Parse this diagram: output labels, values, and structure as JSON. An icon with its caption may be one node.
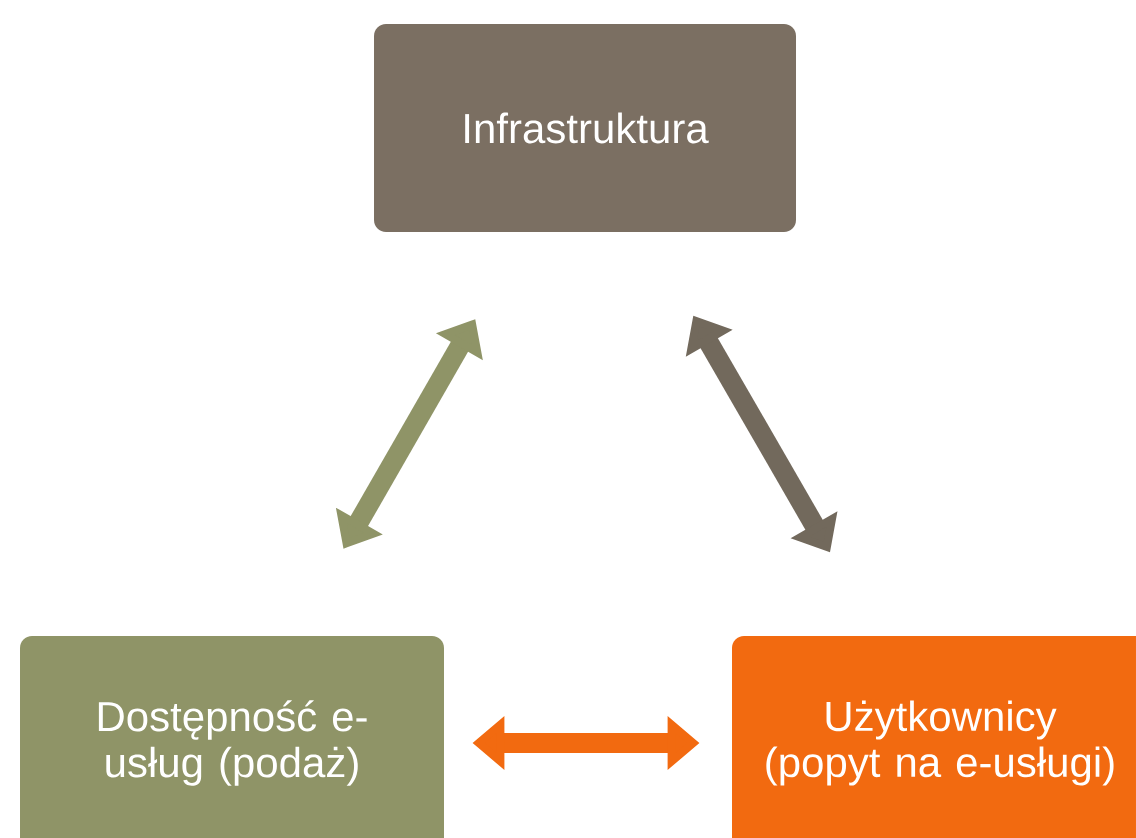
{
  "diagram": {
    "nodes": [
      {
        "text": [
          "Infrastruktura"
        ]
      },
      {
        "text": [
          "Dostępność e-usług (podaż)"
        ]
      },
      {
        "text": [
          "Użytkownicy (popyt na e-usługi)"
        ]
      }
    ],
    "edges": [
      {
        "from": 0,
        "to": 1,
        "arrow": "both",
        "color": "#8f9467"
      },
      {
        "from": 0,
        "to": 2,
        "arrow": "both",
        "color": "#72695c"
      },
      {
        "from": 1,
        "to": 2,
        "arrow": "both",
        "color": "#f26a10"
      }
    ]
  }
}
